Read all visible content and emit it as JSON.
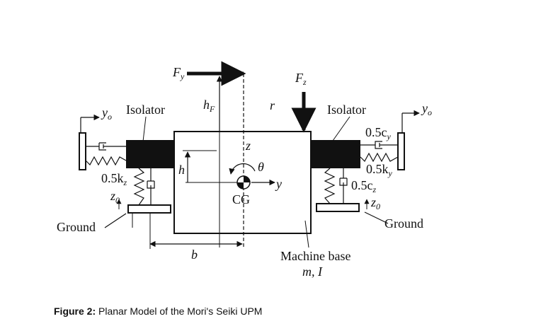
{
  "labels": {
    "y0_left": "y",
    "y0_left_sub": "o",
    "isolator_left": "Isolator",
    "isolator_right": "Isolator",
    "y0_right": "y",
    "y0_right_sub": "o",
    "fy": "F",
    "fy_sub": "y",
    "fz": "F",
    "fz_sub": "z",
    "hf": "h",
    "hf_sub": "F",
    "r": "r",
    "h": "h",
    "z": "z",
    "theta": "θ",
    "y": "y",
    "cg": "CG",
    "b": "b",
    "k_left": "0.5k",
    "k_left_sub": "z",
    "z0_left": "z",
    "z0_left_sub": "0",
    "c_right_y": "0.5c",
    "c_right_y_sub": "y",
    "k_right_y": "0.5k",
    "k_right_y_sub": "y",
    "c_right_z": "0.5c",
    "c_right_z_sub": "z",
    "z0_right": "z",
    "z0_right_sub": "0",
    "ground_left": "Ground",
    "ground_right": "Ground",
    "machine_base": "Machine base",
    "mass": "m, I"
  },
  "caption": {
    "prefix": "Figure 2:",
    "text": "Planar Model of the Mori's Seiki UPM"
  }
}
